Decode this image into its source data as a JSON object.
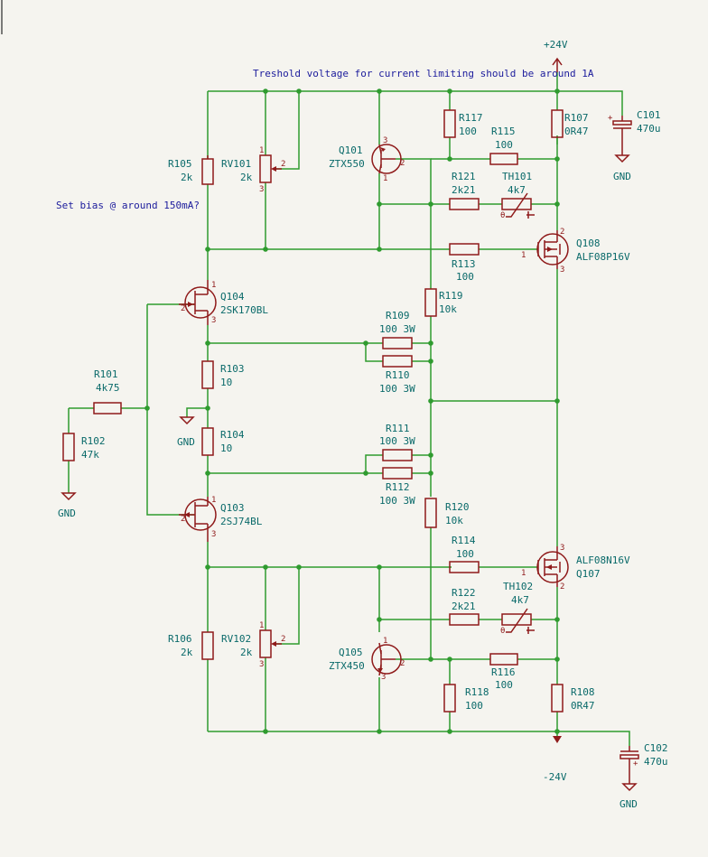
{
  "notes": {
    "threshold": "Treshold voltage for current limiting should be around 1A",
    "bias": "Set bias @ around 150mA?"
  },
  "power": {
    "vpos": "+24V",
    "vneg": "-24V",
    "gnd": "GND"
  },
  "components": {
    "R101": {
      "ref": "R101",
      "val": "4k75"
    },
    "R102": {
      "ref": "R102",
      "val": "47k"
    },
    "R103": {
      "ref": "R103",
      "val": "10"
    },
    "R104": {
      "ref": "R104",
      "val": "10"
    },
    "R105": {
      "ref": "R105",
      "val": "2k"
    },
    "R106": {
      "ref": "R106",
      "val": "2k"
    },
    "RV101": {
      "ref": "RV101",
      "val": "2k"
    },
    "RV102": {
      "ref": "RV102",
      "val": "2k"
    },
    "Q101": {
      "ref": "Q101",
      "val": "ZTX550"
    },
    "Q105": {
      "ref": "Q105",
      "val": "ZTX450"
    },
    "Q104": {
      "ref": "Q104",
      "val": "2SK170BL"
    },
    "Q103": {
      "ref": "Q103",
      "val": "2SJ74BL"
    },
    "Q108": {
      "ref": "Q108",
      "val": "ALF08P16V"
    },
    "Q107": {
      "ref": "Q107",
      "val": "ALF08N16V"
    },
    "R107": {
      "ref": "R107",
      "val": "0R47"
    },
    "R108": {
      "ref": "R108",
      "val": "0R47"
    },
    "R109": {
      "ref": "R109",
      "val": "100 3W"
    },
    "R110": {
      "ref": "R110",
      "val": "100 3W"
    },
    "R111": {
      "ref": "R111",
      "val": "100 3W"
    },
    "R112": {
      "ref": "R112",
      "val": "100 3W"
    },
    "R113": {
      "ref": "R113",
      "val": "100"
    },
    "R114": {
      "ref": "R114",
      "val": "100"
    },
    "R115": {
      "ref": "R115",
      "val": "100"
    },
    "R116": {
      "ref": "R116",
      "val": "100"
    },
    "R117": {
      "ref": "R117",
      "val": "100"
    },
    "R118": {
      "ref": "R118",
      "val": "100"
    },
    "R119": {
      "ref": "R119",
      "val": "10k"
    },
    "R120": {
      "ref": "R120",
      "val": "10k"
    },
    "R121": {
      "ref": "R121",
      "val": "2k21"
    },
    "R122": {
      "ref": "R122",
      "val": "2k21"
    },
    "TH101": {
      "ref": "TH101",
      "val": "4k7"
    },
    "TH102": {
      "ref": "TH102",
      "val": "4k7"
    },
    "C101": {
      "ref": "C101",
      "val": "470u"
    },
    "C102": {
      "ref": "C102",
      "val": "470u"
    }
  },
  "pins": {
    "one": "1",
    "two": "2",
    "three": "3"
  }
}
